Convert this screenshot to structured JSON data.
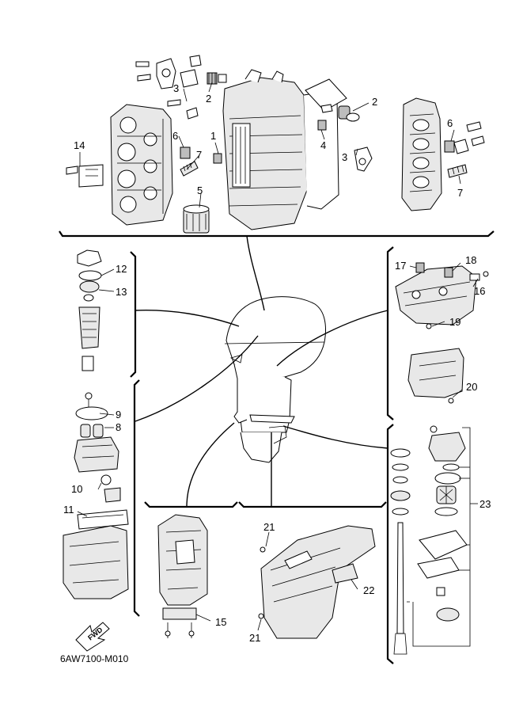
{
  "diagram": {
    "drawing_code": "6AW7100-M010",
    "fwd_label": "FWD",
    "callouts": {
      "c1": "1",
      "c2a": "2",
      "c2b": "2",
      "c3a": "3",
      "c3b": "3",
      "c4": "4",
      "c5": "5",
      "c6a": "6",
      "c6b": "6",
      "c7a": "7",
      "c7b": "7",
      "c8": "8",
      "c9": "9",
      "c10": "10",
      "c11": "11",
      "c12": "12",
      "c13": "13",
      "c14": "14",
      "c15": "15",
      "c16": "16",
      "c17": "17",
      "c18": "18",
      "c19": "19",
      "c20": "20",
      "c21a": "21",
      "c21b": "21",
      "c22": "22",
      "c23": "23"
    }
  }
}
